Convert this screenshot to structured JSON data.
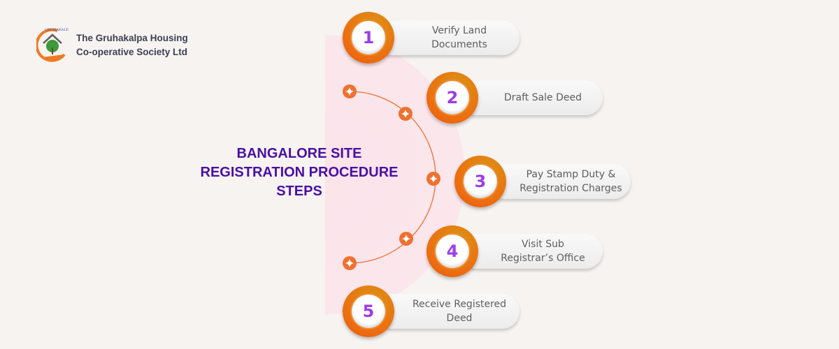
{
  "brand": {
    "name_line1": "The Gruhakalpa Housing",
    "name_line2": "Co-operative Society Ltd",
    "logo_text": "GRUHAKALPA"
  },
  "title": {
    "line1": "BANGALORE SITE",
    "line2": "REGISTRATION PROCEDURE",
    "line3": "STEPS"
  },
  "steps": [
    {
      "number": "1",
      "line1": "Verify Land",
      "line2": "Documents"
    },
    {
      "number": "2",
      "line1": "Draft Sale Deed",
      "line2": ""
    },
    {
      "number": "3",
      "line1": "Pay Stamp Duty &",
      "line2": "Registration Charges"
    },
    {
      "number": "4",
      "line1": "Visit Sub",
      "line2": "Registrar’s Office"
    },
    {
      "number": "5",
      "line1": "Receive Registered",
      "line2": "Deed"
    }
  ],
  "colors": {
    "accent": "#ee6a10",
    "title": "#4a0fa3",
    "number": "#9b3fe6"
  }
}
